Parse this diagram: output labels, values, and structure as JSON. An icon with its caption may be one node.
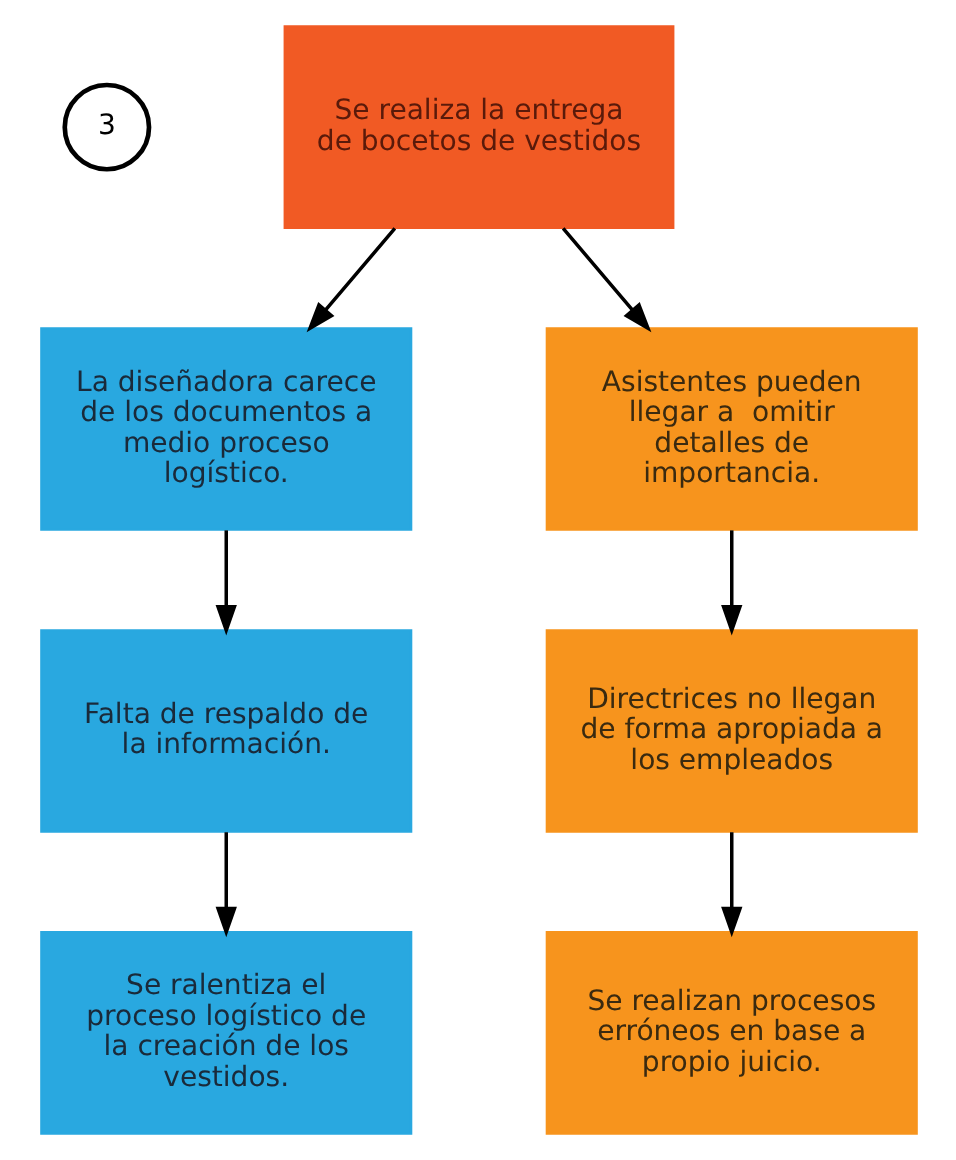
{
  "diagram": {
    "nodes": [
      {
        "text": [
          "3"
        ]
      },
      {
        "text": [
          "Se realiza la entrega de bocetos de vestidos"
        ]
      },
      {
        "text": [
          "La diseñadora carece de los documentos a medio proceso logístico."
        ]
      },
      {
        "text": [
          "Falta de respaldo de la información."
        ]
      },
      {
        "text": [
          "Se ralentiza el proceso logístico de la creación de los vestidos."
        ]
      },
      {
        "text": [
          "Asistentes pueden llegar a  omitir detalles de importancia."
        ]
      },
      {
        "text": [
          "Directrices no llegan de forma apropiada a los empleados"
        ]
      },
      {
        "text": [
          "Se realizan procesos erróneos en base a propio juicio."
        ]
      }
    ],
    "edges": [
      {
        "from": 1,
        "to": 2,
        "arrow": "to"
      },
      {
        "from": 1,
        "to": 5,
        "arrow": "to"
      },
      {
        "from": 2,
        "to": 3,
        "arrow": "to"
      },
      {
        "from": 3,
        "to": 4,
        "arrow": "to"
      },
      {
        "from": 5,
        "to": 6,
        "arrow": "to"
      },
      {
        "from": 6,
        "to": 7,
        "arrow": "to"
      }
    ]
  }
}
